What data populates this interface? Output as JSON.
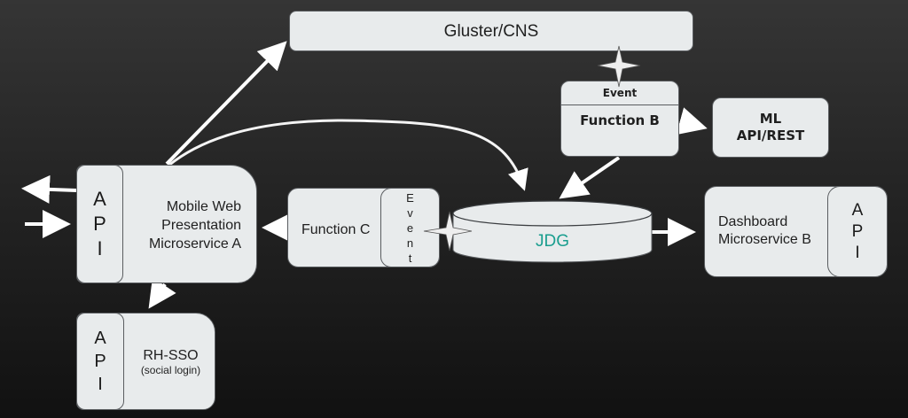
{
  "diagram": {
    "nodes": {
      "gluster": {
        "label": "Gluster/CNS"
      },
      "function_b": {
        "event_label": "Event",
        "label": "Function B"
      },
      "ml": {
        "line1": "ML",
        "line2": "API/REST"
      },
      "mobile_web": {
        "api_letters": [
          "A",
          "P",
          "I"
        ],
        "line1": "Mobile Web",
        "line2": "Presentation",
        "line3": "Microservice A"
      },
      "function_c": {
        "label": "Function C",
        "event_letters": [
          "E",
          "v",
          "e",
          "n",
          "t"
        ]
      },
      "jdg": {
        "label": "JDG",
        "label_color": "#1a9e8f"
      },
      "dashboard": {
        "line1": "Dashboard",
        "line2": "Microservice B",
        "api_letters": [
          "A",
          "P",
          "I"
        ]
      },
      "rh_sso": {
        "api_letters": [
          "A",
          "P",
          "I"
        ],
        "line1": "RH-SSO",
        "line2": "(social login)"
      }
    },
    "edges": [
      {
        "from": "mobile_web",
        "to": "gluster"
      },
      {
        "from": "mobile_web",
        "to": "jdg",
        "style": "curved"
      },
      {
        "from": "function_b",
        "to": "ml"
      },
      {
        "from": "function_b",
        "to": "jdg"
      },
      {
        "from": "jdg",
        "to": "dashboard"
      },
      {
        "from": "function_c",
        "to": "mobile_web"
      },
      {
        "from": "mobile_web",
        "to": "rh_sso"
      },
      {
        "from": "mobile_web",
        "to": "external",
        "direction": "outbound"
      },
      {
        "from": "external",
        "to": "mobile_web",
        "direction": "inbound"
      }
    ],
    "colors": {
      "box_fill": "#e8ebec",
      "arrow": "#ffffff",
      "background": "#262626"
    }
  }
}
